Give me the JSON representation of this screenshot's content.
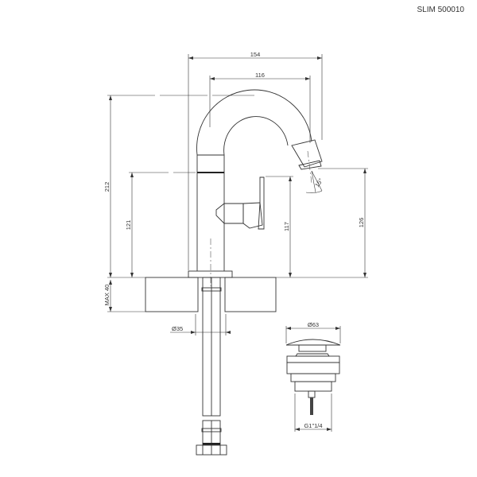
{
  "title": "SLIM 500010",
  "dimensions": {
    "width_total": "154",
    "spout_reach": "116",
    "height_total": "212",
    "handle_height": "121",
    "lever_height": "117",
    "spout_height": "126",
    "spout_angle": "15°",
    "counter_max": "MAX 40",
    "hole_diameter": "Ø35",
    "drain_diameter": "Ø63",
    "drain_thread": "G1\"1/4"
  }
}
